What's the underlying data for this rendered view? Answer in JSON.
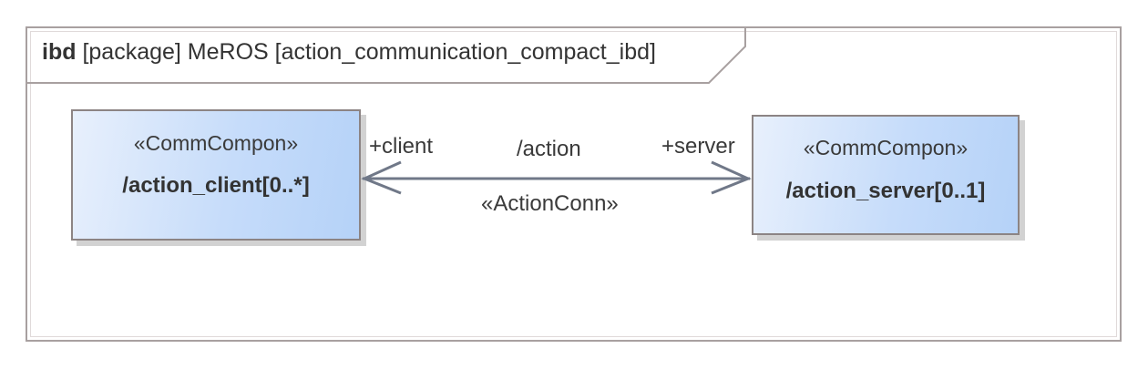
{
  "frame": {
    "kind": "ibd",
    "header": "[package] MeROS [action_communication_compact_ibd]"
  },
  "blocks": {
    "client": {
      "stereotype": "«CommCompon»",
      "name": "/action_client[0..*]"
    },
    "server": {
      "stereotype": "«CommCompon»",
      "name": "/action_server[0..1]"
    }
  },
  "connector": {
    "name": "/action",
    "stereotype": "«ActionConn»",
    "end_client": "+client",
    "end_server": "+server"
  },
  "colors": {
    "frame_border": "#a8a0a0",
    "block_fill": "#c6dcfa",
    "block_border": "#8c8484",
    "connector": "#707888"
  }
}
